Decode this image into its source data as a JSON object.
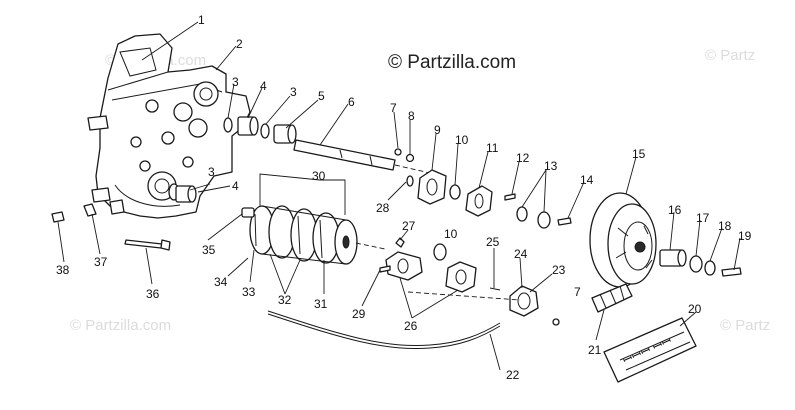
{
  "watermark": {
    "main": "© Partzilla.com",
    "faint": "© Partzilla.com",
    "faint_short": "© Partz"
  },
  "callouts": {
    "c1": "1",
    "c2": "2",
    "c3a": "3",
    "c3b": "3",
    "c3c": "3",
    "c4a": "4",
    "c4b": "4",
    "c5": "5",
    "c6": "6",
    "c7a": "7",
    "c7b": "7",
    "c8": "8",
    "c9": "9",
    "c10a": "10",
    "c10b": "10",
    "c11": "11",
    "c12": "12",
    "c13": "13",
    "c14": "14",
    "c15": "15",
    "c16": "16",
    "c17": "17",
    "c18": "18",
    "c19": "19",
    "c20": "20",
    "c21": "21",
    "c22": "22",
    "c23": "23",
    "c24": "24",
    "c25": "25",
    "c26": "26",
    "c27": "27",
    "c28": "28",
    "c29": "29",
    "c30": "30",
    "c31": "31",
    "c32": "32",
    "c33": "33",
    "c34": "34",
    "c35": "35",
    "c36": "36",
    "c37": "37",
    "c38": "38"
  }
}
